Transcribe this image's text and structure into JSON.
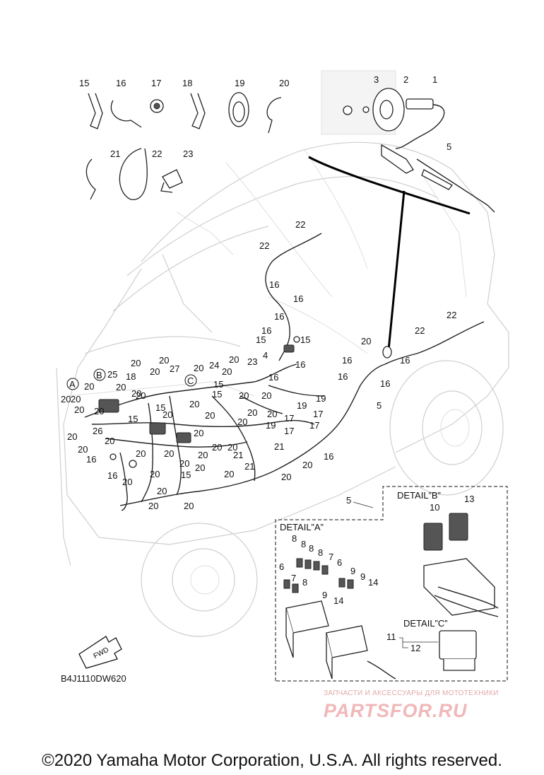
{
  "diagram": {
    "drawing_code": "B4J1110DW620",
    "fwd_label": "FWD",
    "detail_a_title": "DETAIL”A”",
    "detail_b_title": "DETAIL”B”",
    "detail_c_title": "DETAIL”C”",
    "callout_a": "A",
    "callout_b": "B",
    "callout_c": "C",
    "part_numbers": [
      "1",
      "2",
      "3",
      "4",
      "5",
      "6",
      "7",
      "8",
      "9",
      "10",
      "11",
      "12",
      "13",
      "14",
      "15",
      "16",
      "17",
      "18",
      "19",
      "20",
      "21",
      "22",
      "23",
      "24",
      "25",
      "26",
      "27"
    ]
  },
  "watermark": {
    "tagline": "ЗАПЧАСТИ И АКСЕССУАРЫ ДЛЯ МОТОТЕХНИКИ",
    "brand": "PARTSFOR.RU"
  },
  "footer": {
    "copyright": "©2020 Yamaha Motor Corporation, U.S.A. All rights reserved."
  }
}
